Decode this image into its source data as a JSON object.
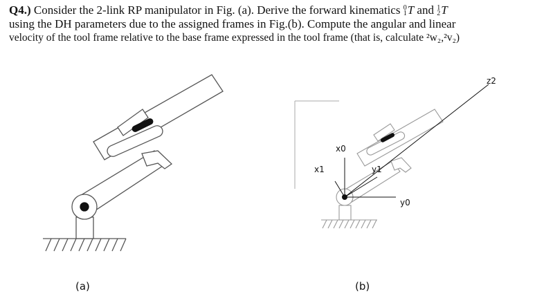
{
  "question": {
    "number": "Q4.)",
    "line1": " Consider the 2-link RP manipulator in Fig. (a). Derive the forward kinematics ",
    "T1_sup": "0",
    "T1_sub": "1",
    "T": "T",
    "and": " and ",
    "T2_sup": "1",
    "T2_sub": "2",
    "line2": "using the DH parameters due to the assigned frames in Fig.(b). Compute the angular and linear",
    "line3": "velocity of the tool frame relative to the base frame expressed in the tool frame (that is, calculate ²w₂,²v₂)"
  },
  "figure_b": {
    "labels": {
      "x0": "x0",
      "x1": "x1",
      "y1": "y1",
      "y0": "y0",
      "z2": "z2"
    }
  },
  "captions": {
    "a": "(a)",
    "b": "(b)"
  }
}
